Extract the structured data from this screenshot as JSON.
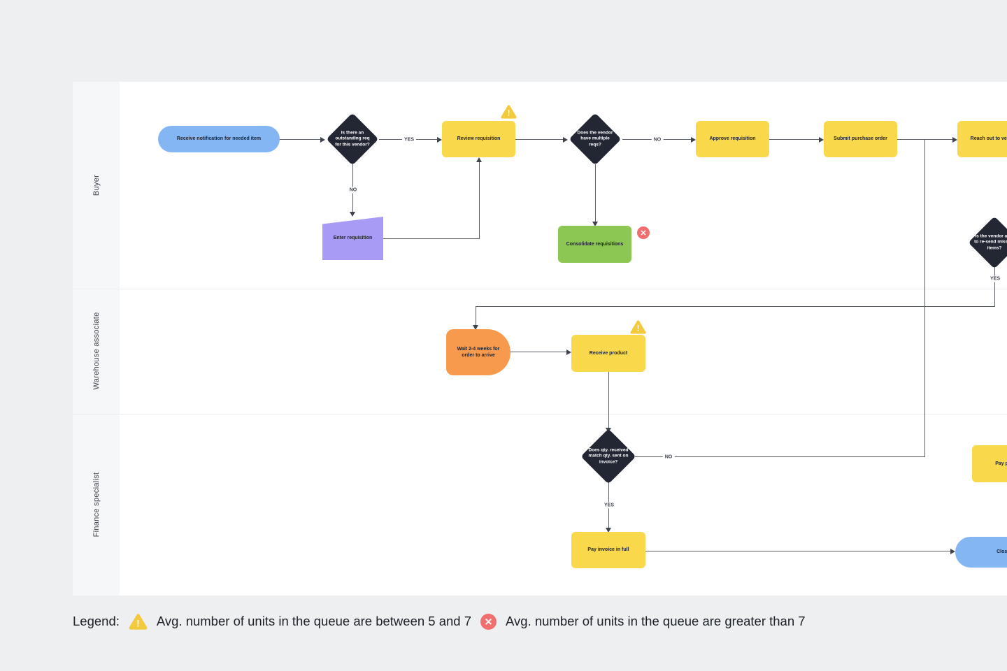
{
  "lanes": [
    {
      "label": "Buyer"
    },
    {
      "label": "Warehouse associate"
    },
    {
      "label": "Finance specialist"
    }
  ],
  "labels": {
    "yes": "YES",
    "no": "NO"
  },
  "nodes": {
    "receive_notification": {
      "label": "Receive notification for needed item",
      "type": "start"
    },
    "outstanding_req": {
      "label": "Is there an outstanding req for this vendor?",
      "type": "decision"
    },
    "review_requisition": {
      "label": "Review requisition",
      "type": "process",
      "badge": "warning"
    },
    "enter_requisition": {
      "label": "Enter requisition",
      "type": "manual-input"
    },
    "vendor_multiple_reqs": {
      "label": "Does the vendor have multiple reqs?",
      "type": "decision"
    },
    "consolidate_reqs": {
      "label": "Consolidate requisitions",
      "type": "process",
      "badge": "error"
    },
    "approve_requisition": {
      "label": "Approve requisition",
      "type": "process"
    },
    "submit_purchase_order": {
      "label": "Submit purchase order",
      "type": "process"
    },
    "reach_out_vendor": {
      "label": "Reach out to vendor",
      "type": "process"
    },
    "vendor_resend": {
      "label": "Is the vendor able to re-send missing items?",
      "type": "decision"
    },
    "wait_weeks": {
      "label": "Wait 2-4 weeks for order to arrive",
      "type": "delay"
    },
    "receive_product": {
      "label": "Receive product",
      "type": "process",
      "badge": "warning"
    },
    "qty_match": {
      "label": "Does qty. received match qty. sent on invoice?",
      "type": "decision"
    },
    "pay_invoice_full": {
      "label": "Pay invoice in full",
      "type": "process"
    },
    "pay_portion": {
      "label": "Pay portion",
      "type": "process"
    },
    "close_order": {
      "label": "Close out order",
      "type": "end"
    }
  },
  "legend": {
    "title": "Legend:",
    "warning_text": "Avg. number of units in the queue are between 5 and 7",
    "error_text": "Avg. number of units in the queue are greater than 7"
  },
  "colors": {
    "canvas": "#edeff1",
    "lane_bg": "#ffffff",
    "lane_header_bg": "#f6f7f8",
    "blue": "#85b6f4",
    "yellow": "#f9d84b",
    "green": "#8cc653",
    "purple": "#a89bf6",
    "orange": "#f79a4e",
    "decision_dark": "#232733",
    "warning_yellow": "#f3c93d",
    "error_red": "#f26f6f",
    "connector": "#5a5f66"
  }
}
